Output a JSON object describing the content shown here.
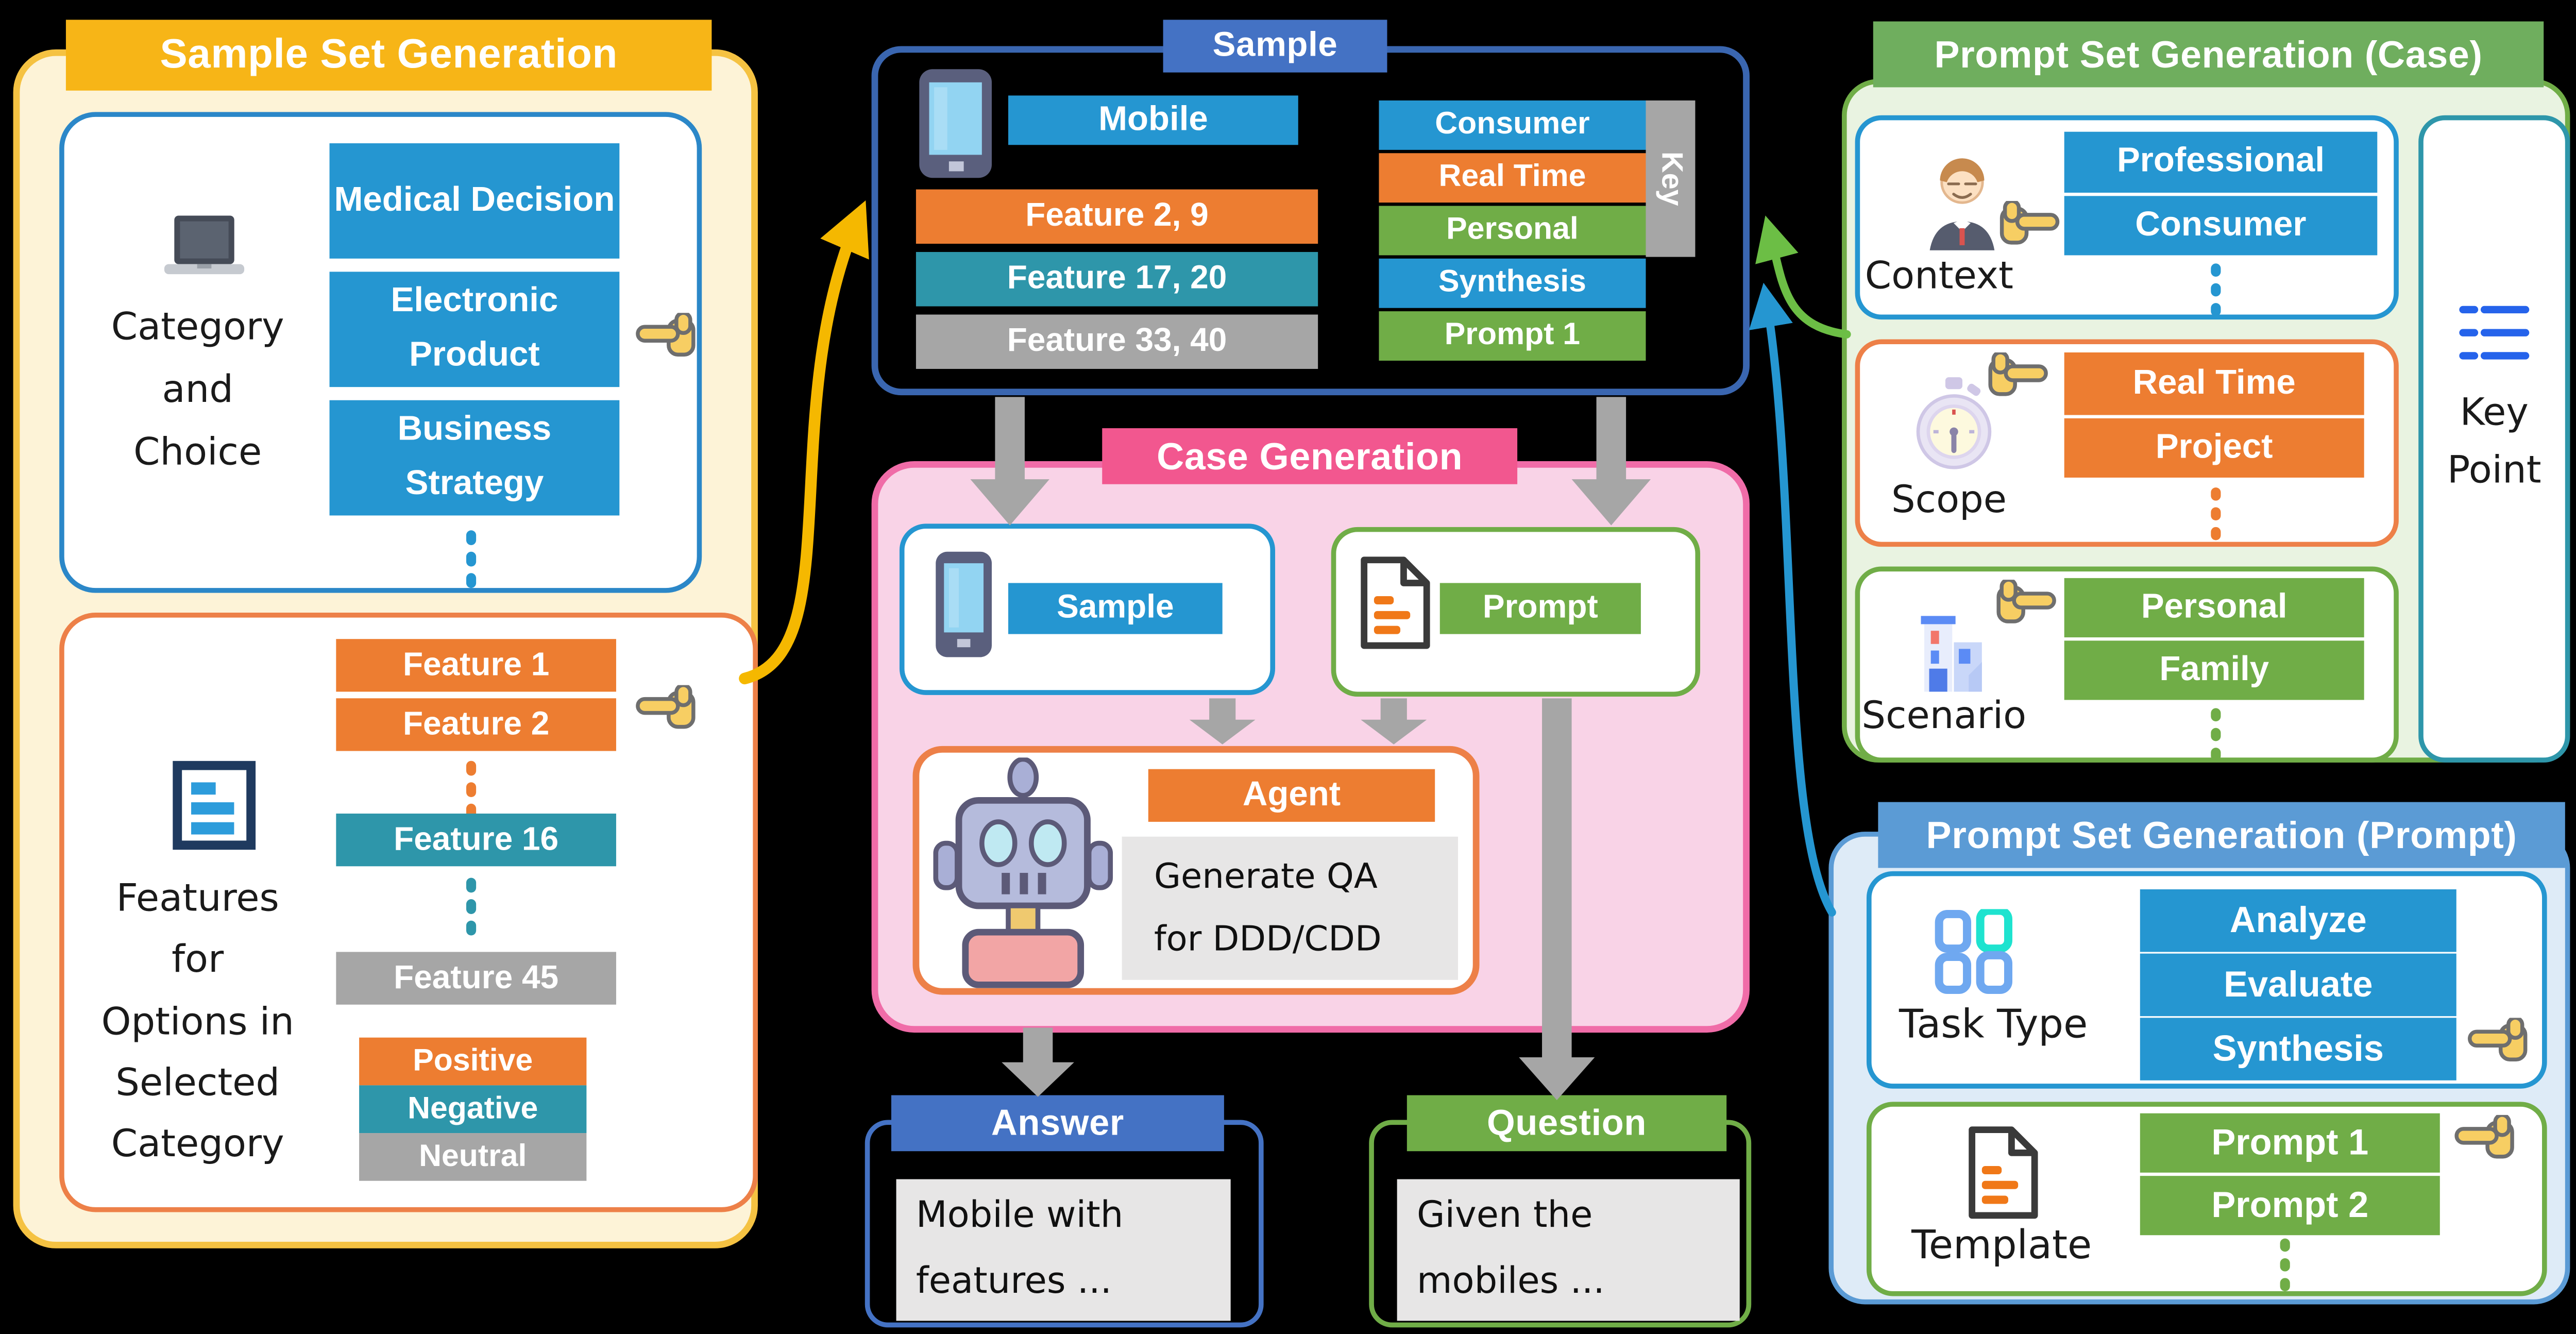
{
  "palette": {
    "gold_header": "#F7B517",
    "gold_border": "#F5C242",
    "cream_bg": "#FDF3D7",
    "blue_chip": "#2596D1",
    "indigo_header": "#4472C4",
    "sample_border": "#3A66B0",
    "orange_chip": "#ED7D31",
    "orange_border": "#ED8048",
    "teal_chip": "#2E96AA",
    "gray_chip": "#A6A6A6",
    "panel_gray": "#E7E6E6",
    "green_chip": "#70AD47",
    "green_header": "#6FAE5E",
    "green_bg": "#E9F3E1",
    "pink_header": "#F2578F",
    "pink_bg": "#F9D3E7",
    "pink_border": "#F06CA8",
    "sky_header": "#5B9BD5",
    "sky_bg": "#DEEBF7",
    "arrow_gray": "#A6A6A6",
    "arrow_yellow": "#F5B800",
    "arrow_green": "#6CBE45",
    "arrow_blue": "#2596D1",
    "hand": "#F7CE63"
  },
  "left": {
    "header": "Sample Set Generation",
    "category": {
      "label_lines": [
        "Category",
        "and",
        "Choice"
      ],
      "options": [
        "Medical Decision",
        "Electronic Product",
        "Business Strategy"
      ]
    },
    "features": {
      "label_lines": [
        "Features",
        "for",
        "Options in",
        "Selected",
        "Category"
      ],
      "options": [
        "Feature 1",
        "Feature 2",
        "Feature 16",
        "Feature 45"
      ],
      "sentiments": [
        "Positive",
        "Negative",
        "Neutral"
      ]
    }
  },
  "sample": {
    "header": "Sample",
    "product": "Mobile",
    "features": [
      "Feature 2, 9",
      "Feature 17, 20",
      "Feature 33, 40"
    ],
    "keys": [
      "Consumer",
      "Real Time",
      "Personal",
      "Synthesis",
      "Prompt 1"
    ],
    "key_tab": "Key"
  },
  "case_generation": {
    "header": "Case Generation",
    "sample_label": "Sample",
    "prompt_label": "Prompt",
    "agent_label": "Agent",
    "agent_text": "Generate QA for DDD/CDD"
  },
  "answer": {
    "header": "Answer",
    "text": "Mobile with features ..."
  },
  "question": {
    "header": "Question",
    "text": "Given the mobiles ..."
  },
  "prompt_case": {
    "header": "Prompt Set Generation (Case)",
    "context": {
      "label": "Context",
      "options": [
        "Professional",
        "Consumer"
      ]
    },
    "scope": {
      "label": "Scope",
      "options": [
        "Real Time",
        "Project"
      ]
    },
    "scenario": {
      "label": "Scenario",
      "options": [
        "Personal",
        "Family"
      ]
    },
    "key_point": "Key Point"
  },
  "prompt_prompt": {
    "header": "Prompt Set Generation (Prompt)",
    "task_type": {
      "label": "Task Type",
      "options": [
        "Analyze",
        "Evaluate",
        "Synthesis"
      ]
    },
    "template": {
      "label": "Template",
      "options": [
        "Prompt 1",
        "Prompt 2"
      ]
    }
  }
}
